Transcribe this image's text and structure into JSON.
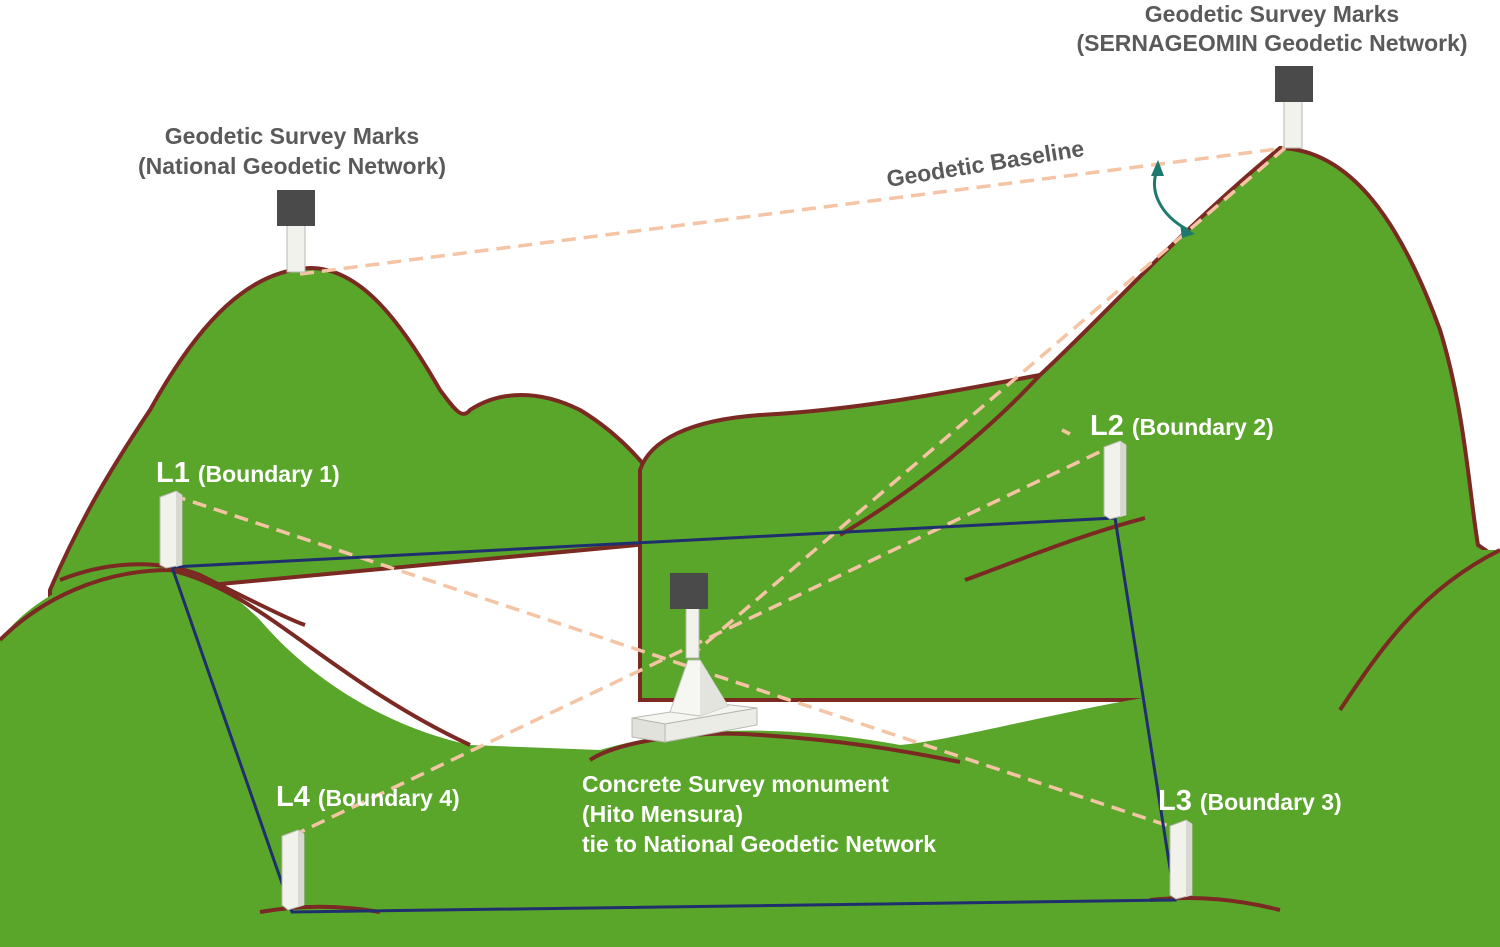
{
  "colors": {
    "hill_fill": "#5aa62b",
    "hill_outline": "#7a2a22",
    "baseline_dashed": "#f4c4a4",
    "boundary_line": "#1f2f6e",
    "arrow": "#1f7a6e",
    "mark_top": "#4a4a4a",
    "label_gray": "#5a5a5a",
    "label_white": "#ffffff"
  },
  "labels": {
    "national_mark": {
      "line1": "Geodetic Survey Marks",
      "line2": "(National Geodetic Network)"
    },
    "sernageomin_mark": {
      "line1": "Geodetic Survey Marks",
      "line2": "(SERNAGEOMIN Geodetic Network)"
    },
    "baseline": "Geodetic Baseline",
    "boundaries": [
      {
        "code": "L1",
        "name": "(Boundary 1)"
      },
      {
        "code": "L2",
        "name": "(Boundary 2)"
      },
      {
        "code": "L3",
        "name": "(Boundary 3)"
      },
      {
        "code": "L4",
        "name": "(Boundary 4)"
      }
    ],
    "monument": {
      "line1": "Concrete Survey monument",
      "line2": "(Hito Mensura)",
      "line3": "tie to National Geodetic Network"
    }
  }
}
